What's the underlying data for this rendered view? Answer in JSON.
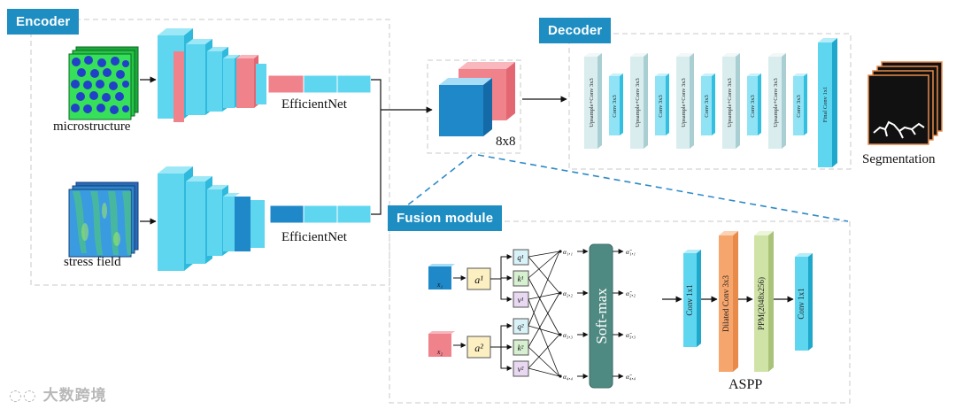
{
  "encoder": {
    "title": "Encoder",
    "input_top_label": "microstructure",
    "input_bottom_label": "stress field",
    "backbone_top_label": "EfficientNet",
    "backbone_bottom_label": "EfficientNet"
  },
  "bottleneck": {
    "size_label": "8x8"
  },
  "decoder": {
    "title": "Decoder",
    "layers": [
      "Upsample+Conv 3x3",
      "Conv 3x3",
      "Upsample+Conv 3x3",
      "Conv 3x3",
      "Upsample+Conv 3x3",
      "Conv 3x3",
      "Upsample+Conv 3x3",
      "Conv 3x3",
      "Upsample+Conv 3x3",
      "Conv 3x3",
      "Final Conv 1x1"
    ],
    "output_label": "Segmentation"
  },
  "fusion": {
    "title": "Fusion module",
    "input_a": "x₁",
    "input_b": "x₂",
    "attn_a": "a¹",
    "attn_b": "a²",
    "qkv": [
      "q¹",
      "k¹",
      "v¹",
      "q²",
      "k²",
      "v²"
    ],
    "alphas": [
      "α₁,₁",
      "α₂,₂",
      "α₃,₃",
      "α₄,₄"
    ],
    "alpha_hats": [
      "α̂₁,₁",
      "α̂₂,₂",
      "α̂₃,₃",
      "α̂₄,₄"
    ],
    "softmax_label": "Soft-max",
    "aspp": {
      "title": "ASPP",
      "layers": [
        "Conv 1x1",
        "Dilated Conv 3x3",
        "PPM(2048x256)",
        "Conv 1x1"
      ]
    }
  },
  "watermark": "大数跨境",
  "colors": {
    "label_bg": "#1e8ec2",
    "blue": "#1e88c8",
    "cyan": "#5fd6f0",
    "pink": "#f0828c",
    "orange": "#f6a56c",
    "olive": "#cfe3a6",
    "softmax": "#4f8a82"
  }
}
